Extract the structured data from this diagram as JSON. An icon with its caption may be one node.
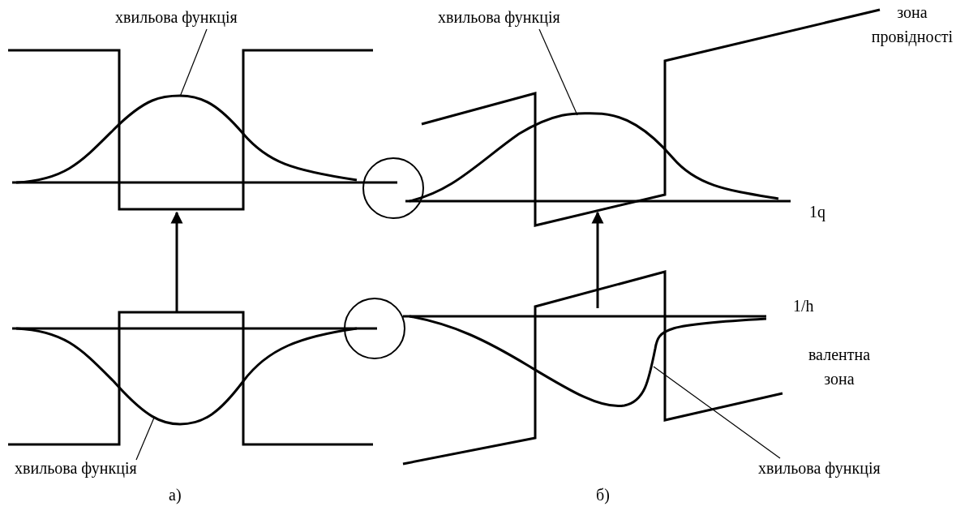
{
  "diagram": {
    "nodes": [
      {
        "text": [
          "хвильова функція"
        ]
      },
      {
        "text": [
          "хвильова функція"
        ]
      },
      {
        "text": [],
        "shape": "curve"
      },
      {
        "text": [],
        "shape": "curve"
      },
      {
        "text": [
          "хвильова функція"
        ]
      },
      {
        "text": [],
        "shape": "curve"
      },
      {
        "text": [],
        "shape": "curve"
      },
      {
        "text": [
          "хвильова функція"
        ]
      }
    ],
    "edges": [
      {
        "from": 0,
        "to": 2,
        "arrow": "none"
      },
      {
        "from": 1,
        "to": 3,
        "arrow": "none"
      },
      {
        "from": 4,
        "to": 6,
        "arrow": "none"
      },
      {
        "from": 7,
        "to": 5,
        "arrow": "none"
      },
      {
        "from": 5,
        "to": 2,
        "arrow": "to",
        "style": "thick"
      },
      {
        "from": 6,
        "to": 3,
        "arrow": "to",
        "style": "thick"
      }
    ],
    "labels": [
      "зона провідності",
      "1q",
      "1/h",
      "валентна зона",
      "а)",
      "б)"
    ]
  }
}
